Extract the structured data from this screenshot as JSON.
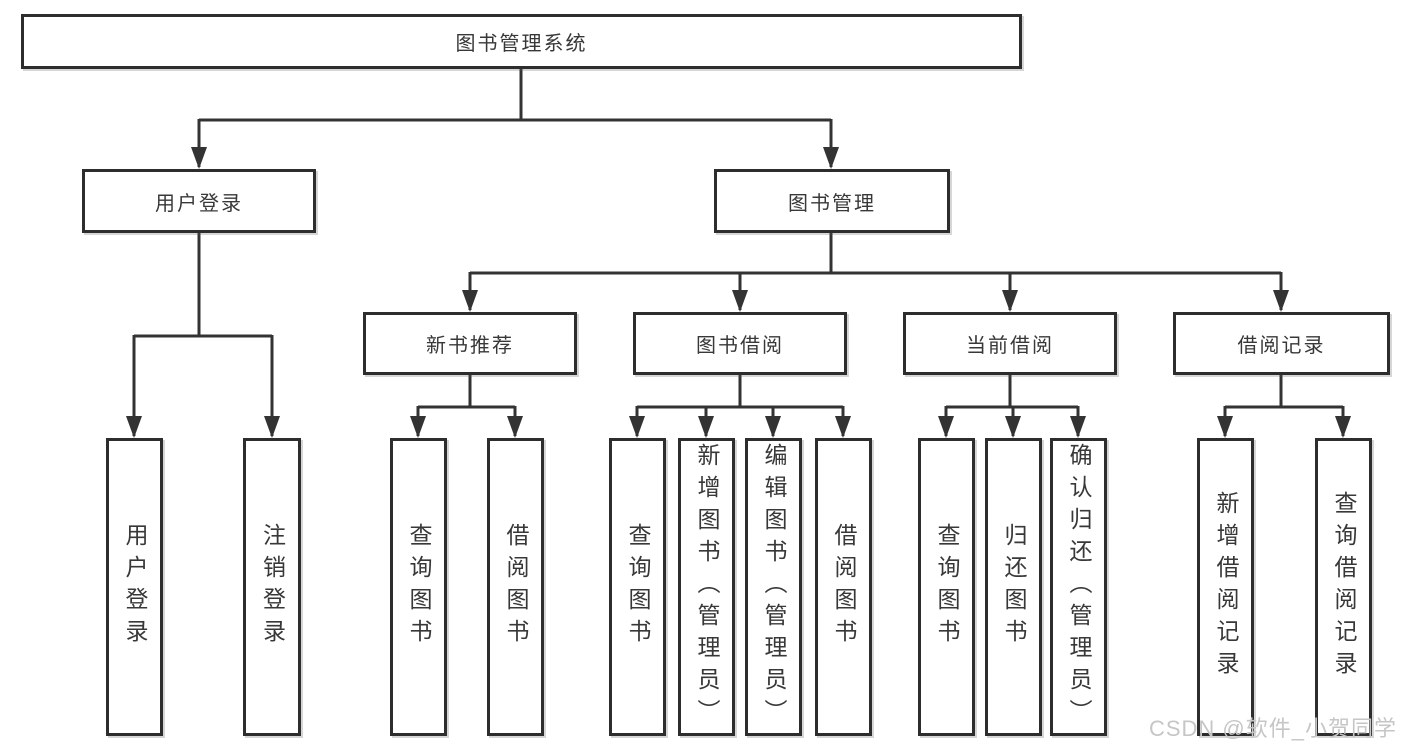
{
  "tree": {
    "root": "图书管理系统",
    "children": [
      {
        "label": "用户登录",
        "children": [
          "用户登录",
          "注销登录"
        ]
      },
      {
        "label": "图书管理",
        "children": [
          {
            "label": "新书推荐",
            "children": [
              "查询图书",
              "借阅图书"
            ]
          },
          {
            "label": "图书借阅",
            "children": [
              "查询图书",
              "新增图书（管理员）",
              "编辑图书（管理员）",
              "借阅图书"
            ]
          },
          {
            "label": "当前借阅",
            "children": [
              "查询图书",
              "归还图书",
              "确认归还（管理员）"
            ]
          },
          {
            "label": "借阅记录",
            "children": [
              "新增借阅记录",
              "查询借阅记录"
            ]
          }
        ]
      }
    ]
  },
  "watermark": "CSDN @软件_小贺同学",
  "colors": {
    "line": "#333333",
    "box_border": "#2d2d2d",
    "text": "#383838",
    "background": "#ffffff",
    "watermark": "#c6c6c6"
  }
}
